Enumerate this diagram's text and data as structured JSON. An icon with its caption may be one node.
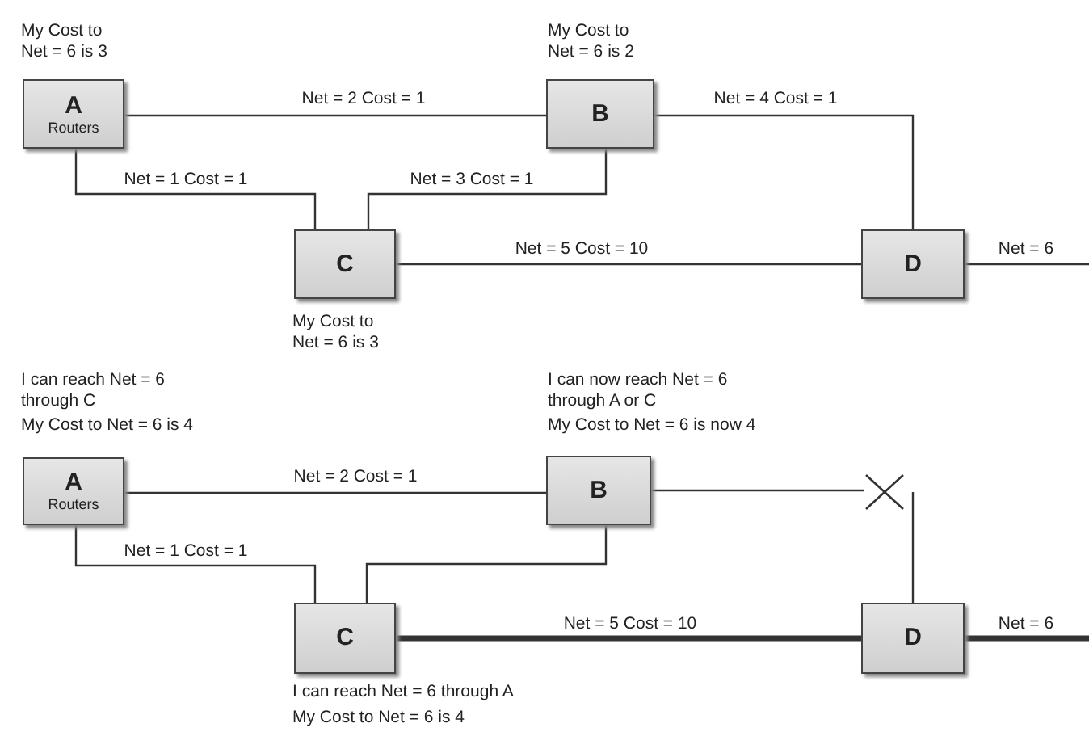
{
  "diagram": {
    "nodes": [
      {
        "text": [
          "A",
          "Routers"
        ],
        "beside": [
          "My Cost to Net = 6 is 3"
        ]
      },
      {
        "text": [
          "B"
        ],
        "beside": [
          "My Cost to Net = 6 is 2"
        ]
      },
      {
        "text": [
          "C"
        ],
        "beside": [
          "My Cost to Net = 6 is 3"
        ]
      },
      {
        "text": [
          "D"
        ]
      },
      {
        "text": [
          "A",
          "Routers"
        ],
        "beside": [
          "I can reach Net = 6 through C",
          "My Cost to Net = 6 is 4"
        ]
      },
      {
        "text": [
          "B"
        ],
        "beside": [
          "I can now reach Net = 6 through A or C",
          "My Cost to Net = 6 is now 4"
        ]
      },
      {
        "text": [
          "C"
        ],
        "beside": [
          "I can reach Net = 6 through A",
          "My Cost to Net = 6 is 4"
        ]
      },
      {
        "text": [
          "D"
        ]
      },
      {
        "text": [],
        "shape": "cross"
      }
    ],
    "edges": [
      {
        "from": 0,
        "to": 1,
        "arrow": "none",
        "label": "Net = 2 Cost = 1"
      },
      {
        "from": 0,
        "to": 2,
        "arrow": "none",
        "label": "Net = 1 Cost = 1"
      },
      {
        "from": 1,
        "to": 2,
        "arrow": "none",
        "label": "Net = 3 Cost = 1"
      },
      {
        "from": 1,
        "to": 3,
        "arrow": "none",
        "label": "Net = 4 Cost = 1"
      },
      {
        "from": 2,
        "to": 3,
        "arrow": "none",
        "label": "Net = 5 Cost = 10"
      },
      {
        "from": 3,
        "to": null,
        "arrow": "none",
        "label": "Net = 6"
      },
      {
        "from": 4,
        "to": 5,
        "arrow": "none",
        "label": "Net = 2 Cost = 1"
      },
      {
        "from": 4,
        "to": 6,
        "arrow": "none",
        "label": "Net = 1 Cost = 1"
      },
      {
        "from": 5,
        "to": 6,
        "arrow": "none"
      },
      {
        "from": 5,
        "to": 8,
        "arrow": "none"
      },
      {
        "from": 8,
        "to": 7,
        "arrow": "none"
      },
      {
        "from": 6,
        "to": 7,
        "arrow": "none",
        "label": "Net = 5 Cost = 10",
        "style": "thick"
      },
      {
        "from": 7,
        "to": null,
        "arrow": "none",
        "label": "Net = 6",
        "style": "thick"
      }
    ]
  }
}
